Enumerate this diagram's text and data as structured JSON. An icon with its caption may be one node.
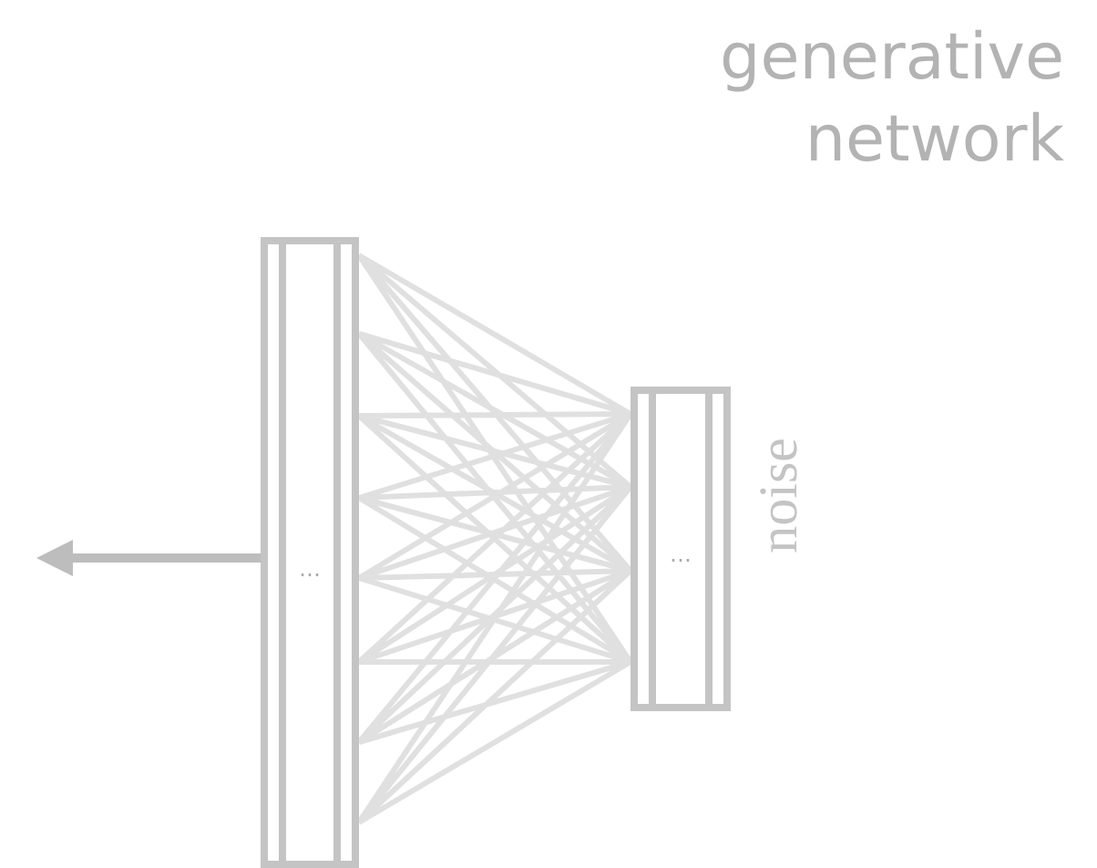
{
  "diagram": {
    "title": "generative network",
    "nodes": [
      {
        "text": [
          "…"
        ]
      },
      {
        "text": [
          "…"
        ],
        "beside": [
          "noise"
        ]
      }
    ],
    "edges": [
      {
        "from": 0,
        "to": 1,
        "arrow": "none"
      },
      {
        "from": 0,
        "to": null,
        "arrow": "to"
      }
    ]
  }
}
